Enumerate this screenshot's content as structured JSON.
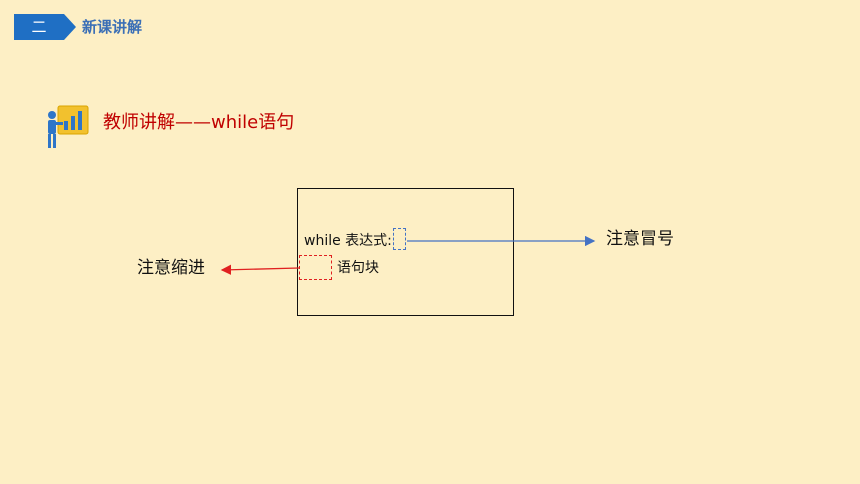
{
  "header": {
    "section_number": "二",
    "section_title": "新课讲解",
    "badge_color": "#1f6fc4"
  },
  "slide": {
    "heading": "教师讲解——while语句",
    "heading_color": "#c00000",
    "teacher_icon": "teacher-presentation-icon"
  },
  "code_example": {
    "line1": "while 表达式:",
    "line2": "语句块"
  },
  "annotations": {
    "colon_label": "注意冒号",
    "colon_color": "#4472c4",
    "indent_label": "注意缩进",
    "indent_color": "#e02020"
  }
}
